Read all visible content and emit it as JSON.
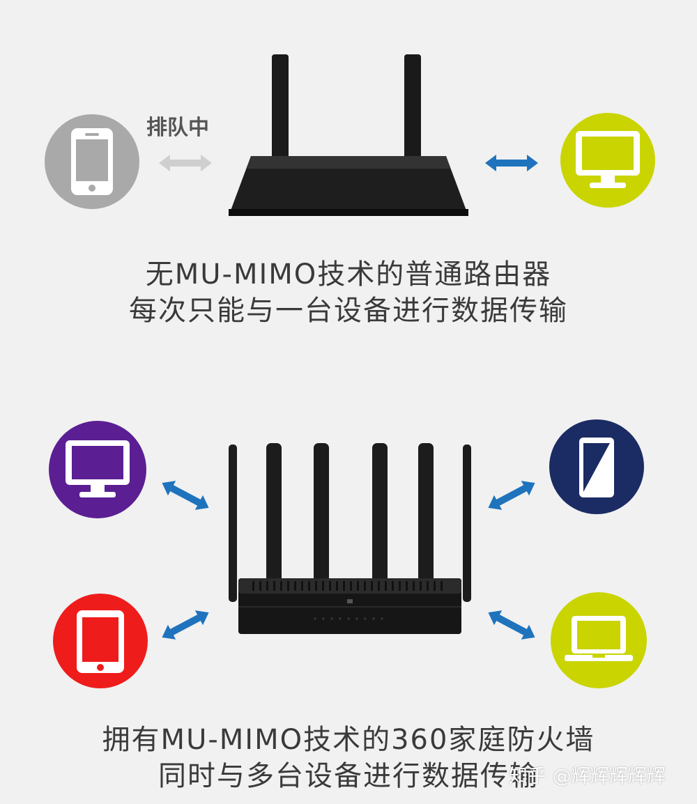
{
  "top": {
    "queue_label": "排队中",
    "caption_line1": "无MU-MIMO技术的普通路由器",
    "caption_line2": "每次只能与一台设备进行数据传输"
  },
  "bottom": {
    "caption_line1": "拥有MU-MIMO技术的360家庭防火墙",
    "caption_line2": "同时与多台设备进行数据传输"
  },
  "watermark": "知乎 @辉辉辉辉辉",
  "colors": {
    "gray_device": "#a9a9a9",
    "lime_device": "#c9d400",
    "purple_device": "#5b1e93",
    "navy_device": "#1b2b63",
    "red_device": "#ef1c1c",
    "arrow_blue": "#1f73bd",
    "arrow_gray": "#d0d0d0",
    "router": "#1a1a1a"
  }
}
